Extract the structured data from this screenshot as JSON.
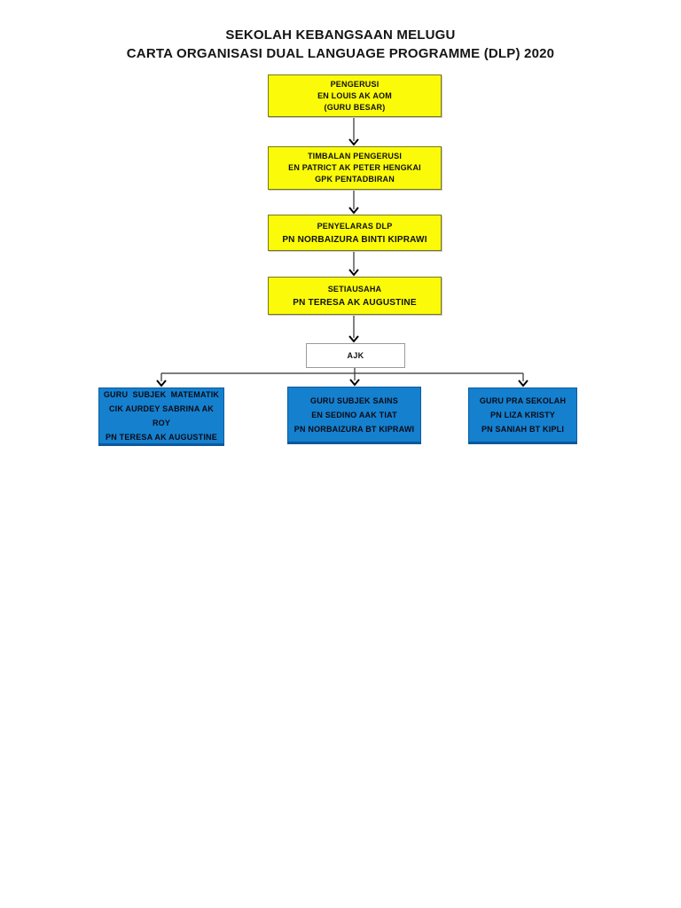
{
  "title": {
    "line1": "SEKOLAH KEBANGSAAN MELUGU",
    "line2": "CARTA ORGANISASI DUAL LANGUAGE PROGRAMME (DLP) 2020"
  },
  "colors": {
    "box_yellow": "#FBFB09",
    "box_yellow_border": "#77771C",
    "box_blue": "#1580CE",
    "box_blue_border": "#0D5C9E",
    "ajk_border": "#9B9B9B",
    "connector": "#303030",
    "text": "#111111"
  },
  "chain": [
    {
      "lines": [
        "PENGERUSI",
        "EN LOUIS AK AOM",
        "(GURU BESAR)"
      ]
    },
    {
      "lines": [
        "TIMBALAN PENGERUSI",
        "EN PATRICT AK PETER HENGKAI",
        "GPK PENTADBIRAN"
      ]
    },
    {
      "lines": [
        "PENYELARAS DLP",
        "PN NORBAIZURA BINTI KIPRAWI"
      ]
    },
    {
      "lines": [
        "SETIAUSAHA",
        "PN TERESA AK AUGUSTINE"
      ]
    }
  ],
  "ajk": {
    "label": "AJK"
  },
  "committees": [
    {
      "lines": [
        "GURU  SUBJEK  MATEMATIK",
        "CIK AURDEY SABRINA AK ROY",
        "PN TERESA AK AUGUSTINE"
      ]
    },
    {
      "lines": [
        "GURU SUBJEK SAINS",
        "EN SEDINO AAK TIAT",
        "PN NORBAIZURA BT KIPRAWI"
      ]
    },
    {
      "lines": [
        "GURU PRA SEKOLAH",
        "PN LIZA KRISTY",
        "PN SANIAH BT KIPLI"
      ]
    }
  ]
}
